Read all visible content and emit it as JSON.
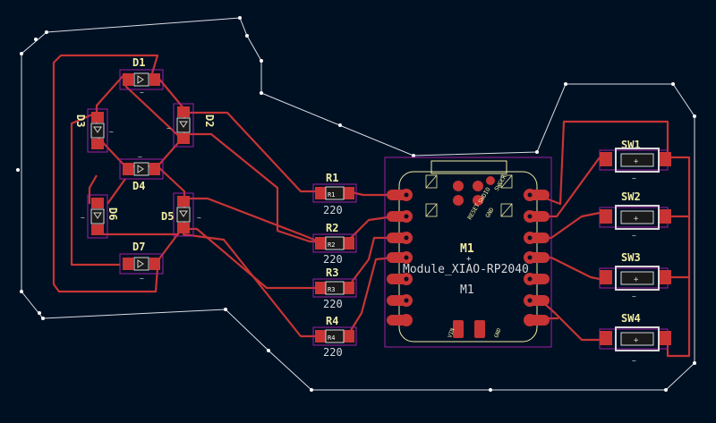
{
  "window": {
    "background": "#001023",
    "colors": {
      "edge_cuts": "#d8dde3",
      "copper": "#c83434",
      "silkscreen": "#f2eda1",
      "fab": "#d7d7d7",
      "courtyard": "#c0c0c0",
      "outline": "#a020a0",
      "pad": "#c83434",
      "pad_text": "#ffffff",
      "ref_text": "#f2eda1"
    }
  },
  "diodes": [
    {
      "ref": "D1",
      "rotated": false
    },
    {
      "ref": "D2",
      "rotated": true
    },
    {
      "ref": "D3",
      "rotated": true
    },
    {
      "ref": "D4",
      "rotated": false
    },
    {
      "ref": "D5",
      "rotated": true
    },
    {
      "ref": "D6",
      "rotated": true
    },
    {
      "ref": "D7",
      "rotated": false
    }
  ],
  "resistors": [
    {
      "ref": "R1",
      "value": "220"
    },
    {
      "ref": "R2",
      "value": "220"
    },
    {
      "ref": "R3",
      "value": "220"
    },
    {
      "ref": "R4",
      "value": "220"
    }
  ],
  "switches": [
    {
      "ref": "SW1"
    },
    {
      "ref": "SW2"
    },
    {
      "ref": "SW3"
    },
    {
      "ref": "SW4"
    }
  ],
  "module": {
    "ref": "M1",
    "ref_bottom": "M1",
    "value": "Module_XIAO-RP2040",
    "pad_labels": [
      "RESET",
      "SWDIO",
      "SWCLK",
      "GND",
      "VIN",
      "GND"
    ]
  }
}
